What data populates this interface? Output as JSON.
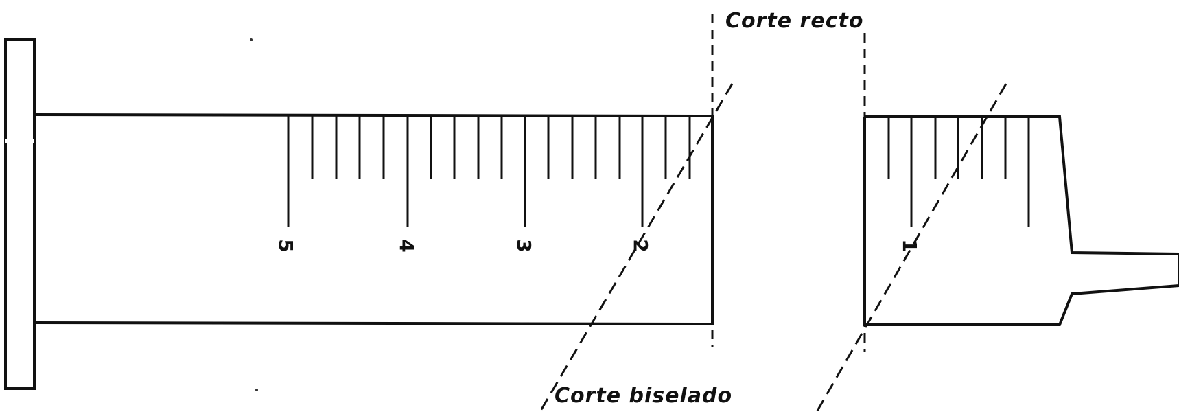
{
  "labels": {
    "straight_cut": "Corte recto",
    "bevel_cut": "Corte biselado"
  },
  "scale_numbers": [
    "5",
    "4",
    "3",
    "2",
    "1"
  ]
}
